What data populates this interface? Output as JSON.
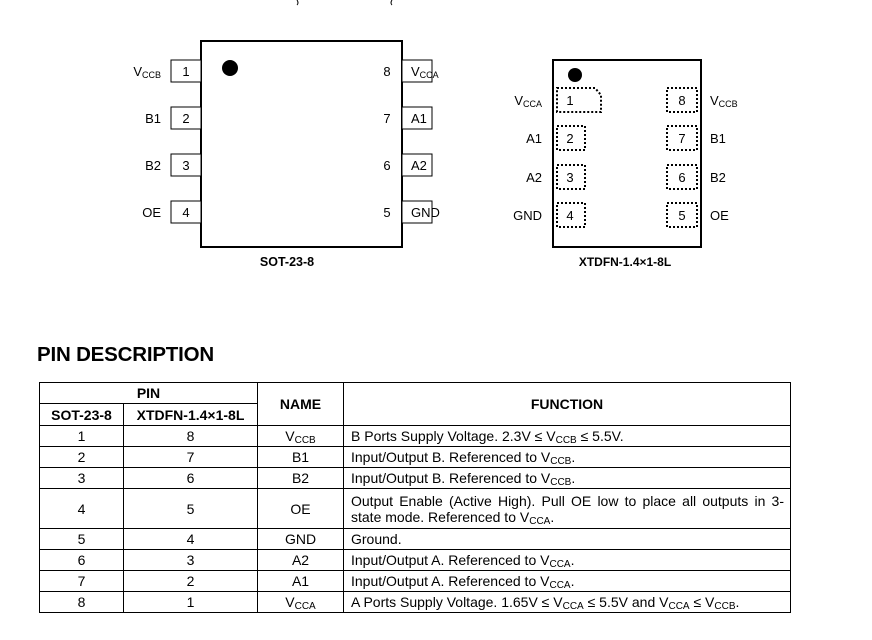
{
  "packages": {
    "sot": {
      "caption": "SOT-23-8",
      "left_pins": [
        {
          "num": "1",
          "main": "V",
          "sub": "CCB"
        },
        {
          "num": "2",
          "main": "B1",
          "sub": ""
        },
        {
          "num": "3",
          "main": "B2",
          "sub": ""
        },
        {
          "num": "4",
          "main": "OE",
          "sub": ""
        }
      ],
      "right_pins": [
        {
          "num": "8",
          "main": "V",
          "sub": "CCA"
        },
        {
          "num": "7",
          "main": "A1",
          "sub": ""
        },
        {
          "num": "6",
          "main": "A2",
          "sub": ""
        },
        {
          "num": "5",
          "main": "GND",
          "sub": ""
        }
      ]
    },
    "xtdfn": {
      "caption": "XTDFN-1.4×1-8L",
      "left_pins": [
        {
          "num": "1",
          "main": "V",
          "sub": "CCA"
        },
        {
          "num": "2",
          "main": "A1",
          "sub": ""
        },
        {
          "num": "3",
          "main": "A2",
          "sub": ""
        },
        {
          "num": "4",
          "main": "GND",
          "sub": ""
        }
      ],
      "right_pins": [
        {
          "num": "8",
          "main": "V",
          "sub": "CCB"
        },
        {
          "num": "7",
          "main": "B1",
          "sub": ""
        },
        {
          "num": "6",
          "main": "B2",
          "sub": ""
        },
        {
          "num": "5",
          "main": "OE",
          "sub": ""
        }
      ]
    }
  },
  "section_title": "PIN DESCRIPTION",
  "table": {
    "header_pin": "PIN",
    "header_sot": "SOT-23-8",
    "header_xtdfn": "XTDFN-1.4×1-8L",
    "header_name": "NAME",
    "header_function": "FUNCTION",
    "rows": [
      {
        "sot": "1",
        "xtdfn": "8",
        "name": {
          "main": "V",
          "sub": "CCB"
        },
        "function": [
          {
            "t": "B Ports Supply Voltage. 2.3V ≤ V"
          },
          {
            "s": "CCB"
          },
          {
            "t": " ≤ 5.5V."
          }
        ]
      },
      {
        "sot": "2",
        "xtdfn": "7",
        "name": {
          "main": "B1",
          "sub": ""
        },
        "function": [
          {
            "t": "Input/Output B. Referenced to V"
          },
          {
            "s": "CCB"
          },
          {
            "t": "."
          }
        ]
      },
      {
        "sot": "3",
        "xtdfn": "6",
        "name": {
          "main": "B2",
          "sub": ""
        },
        "function": [
          {
            "t": "Input/Output B. Referenced to V"
          },
          {
            "s": "CCB"
          },
          {
            "t": "."
          }
        ]
      },
      {
        "sot": "4",
        "xtdfn": "5",
        "name": {
          "main": "OE",
          "sub": ""
        },
        "function": [
          {
            "t": "Output Enable (Active High). Pull OE low to place all outputs in 3-state mode. Referenced to V"
          },
          {
            "s": "CCA"
          },
          {
            "t": "."
          }
        ]
      },
      {
        "sot": "5",
        "xtdfn": "4",
        "name": {
          "main": "GND",
          "sub": ""
        },
        "function": [
          {
            "t": "Ground."
          }
        ]
      },
      {
        "sot": "6",
        "xtdfn": "3",
        "name": {
          "main": "A2",
          "sub": ""
        },
        "function": [
          {
            "t": "Input/Output A. Referenced to V"
          },
          {
            "s": "CCA"
          },
          {
            "t": "."
          }
        ]
      },
      {
        "sot": "7",
        "xtdfn": "2",
        "name": {
          "main": "A1",
          "sub": ""
        },
        "function": [
          {
            "t": "Input/Output A. Referenced to V"
          },
          {
            "s": "CCA"
          },
          {
            "t": "."
          }
        ]
      },
      {
        "sot": "8",
        "xtdfn": "1",
        "name": {
          "main": "V",
          "sub": "CCA"
        },
        "function": [
          {
            "t": "A Ports Supply Voltage. 1.65V ≤ V"
          },
          {
            "s": "CCA"
          },
          {
            "t": " ≤ 5.5V and V"
          },
          {
            "s": "CCA"
          },
          {
            "t": " ≤ V"
          },
          {
            "s": "CCB"
          },
          {
            "t": "."
          }
        ]
      }
    ]
  }
}
